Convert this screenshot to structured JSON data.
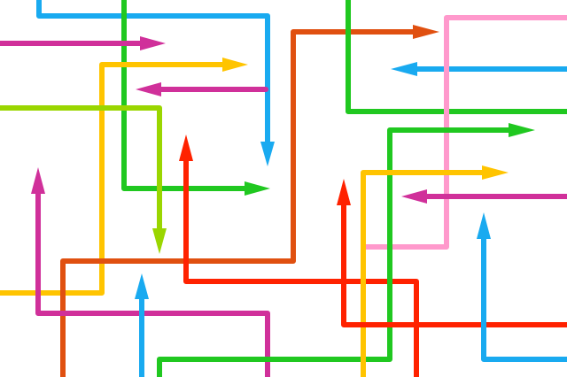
{
  "artwork": {
    "background": "#ffffff",
    "palette": {
      "sky_blue": "#19aaf0",
      "green": "#20c820",
      "magenta": "#d0309a",
      "orange": "#e05010",
      "yellow": "#ffc400",
      "pink": "#ff99cc",
      "lime": "#9ad600",
      "red": "#ff2200"
    },
    "arrows": [
      {
        "name": "blue-route-down",
        "color": "sky_blue"
      },
      {
        "name": "green-route-right",
        "color": "green"
      },
      {
        "name": "magenta-top-right",
        "color": "magenta"
      },
      {
        "name": "magenta-mid-left",
        "color": "magenta"
      },
      {
        "name": "yellow-route-right",
        "color": "yellow"
      },
      {
        "name": "lime-route-down",
        "color": "lime"
      },
      {
        "name": "orange-route-right",
        "color": "orange"
      },
      {
        "name": "red-route-up",
        "color": "red"
      },
      {
        "name": "magenta-route-up",
        "color": "magenta"
      },
      {
        "name": "blue-stub-up",
        "color": "sky_blue"
      },
      {
        "name": "green-top-right-bracket",
        "color": "green"
      },
      {
        "name": "blue-right-left",
        "color": "sky_blue"
      },
      {
        "name": "pink-bracket",
        "color": "pink"
      },
      {
        "name": "green-bottom-right",
        "color": "green"
      },
      {
        "name": "yellow-right-route",
        "color": "yellow"
      },
      {
        "name": "magenta-right-left",
        "color": "magenta"
      },
      {
        "name": "red-right-up",
        "color": "red"
      },
      {
        "name": "blue-right-up",
        "color": "sky_blue"
      }
    ]
  }
}
